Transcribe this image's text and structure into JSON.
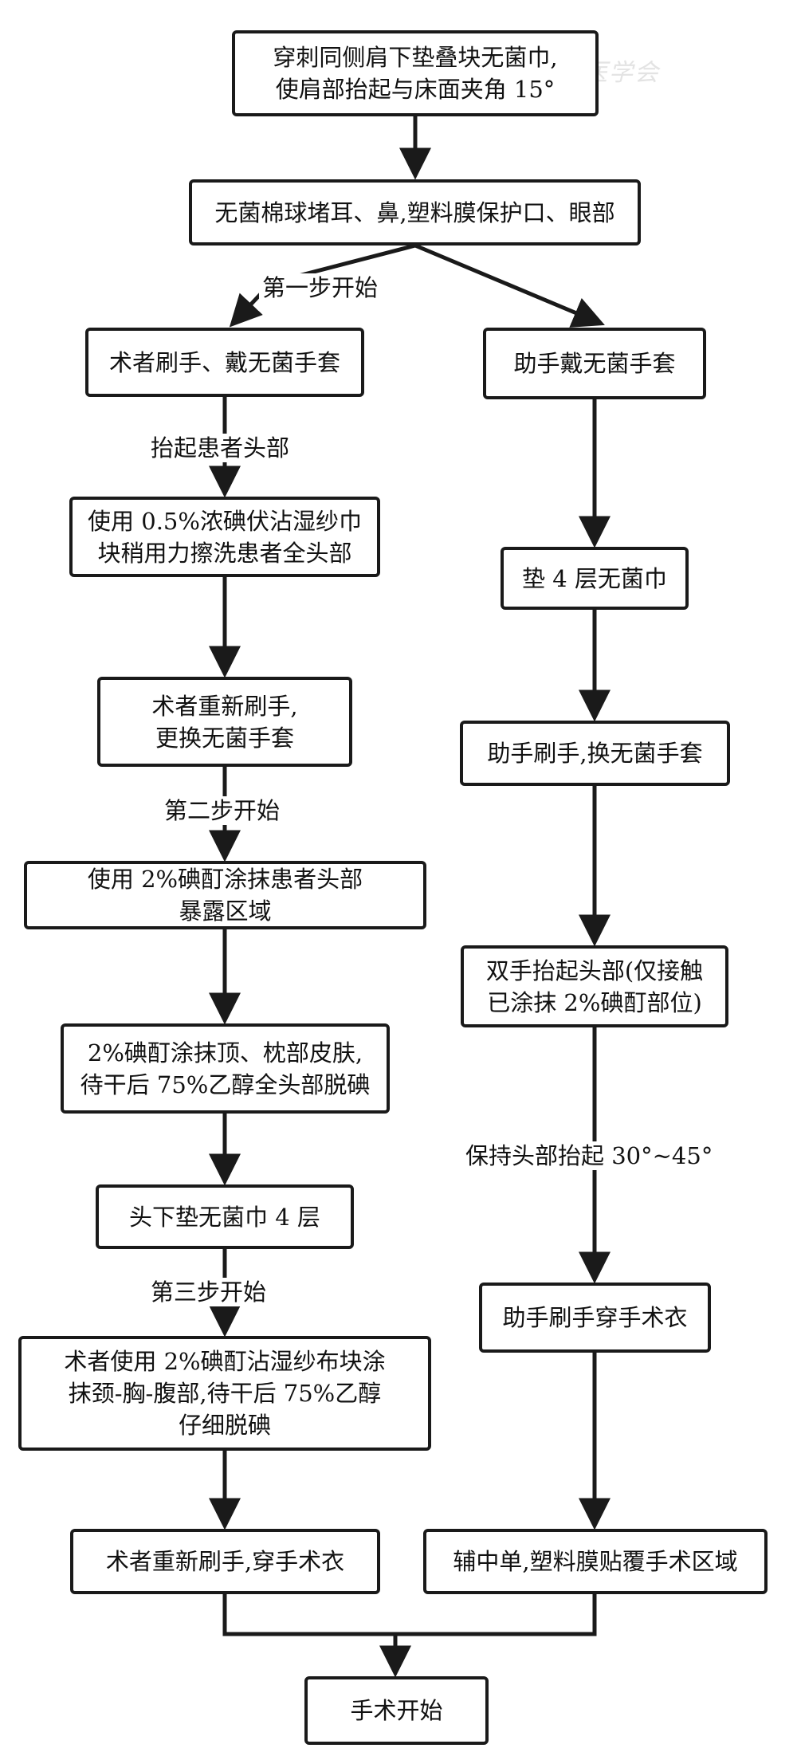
{
  "watermark": "中华医学会",
  "steps": {
    "s1": [
      "穿刺同侧肩下垫叠块无菌巾,",
      "使肩部抬起与床面夹角 15°"
    ],
    "s2": [
      "无菌棉球堵耳、鼻,塑料膜保护口、眼部"
    ],
    "l1": [
      "术者刷手、戴无菌手套"
    ],
    "l2": [
      "使用 0.5%浓碘伏沾湿纱巾",
      "块稍用力擦洗患者全头部"
    ],
    "l3": [
      "术者重新刷手,",
      "更换无菌手套"
    ],
    "l4": [
      "使用 2%碘酊涂抹患者头部",
      "暴露区域"
    ],
    "l5": [
      "2%碘酊涂抹顶、枕部皮肤,",
      "待干后 75%乙醇全头部脱碘"
    ],
    "l6": [
      "头下垫无菌巾 4 层"
    ],
    "l7": [
      "术者使用 2%碘酊沾湿纱布块涂",
      "抹颈-胸-腹部,待干后 75%乙醇",
      "仔细脱碘"
    ],
    "l8": [
      "术者重新刷手,穿手术衣"
    ],
    "r1": [
      "助手戴无菌手套"
    ],
    "r2": [
      "垫 4 层无菌巾"
    ],
    "r3": [
      "助手刷手,换无菌手套"
    ],
    "r4": [
      "双手抬起头部(仅接触",
      "已涂抹 2%碘酊部位)"
    ],
    "r5": [
      "助手刷手穿手术衣"
    ],
    "r6": [
      "辅中单,塑料膜贴覆手术区域"
    ],
    "end": [
      "手术开始"
    ]
  },
  "labels": {
    "step1": "第一步开始",
    "lift_head": "抬起患者头部",
    "step2": "第二步开始",
    "step3": "第三步开始",
    "keep_head": "保持头部抬起 30°~45°"
  }
}
